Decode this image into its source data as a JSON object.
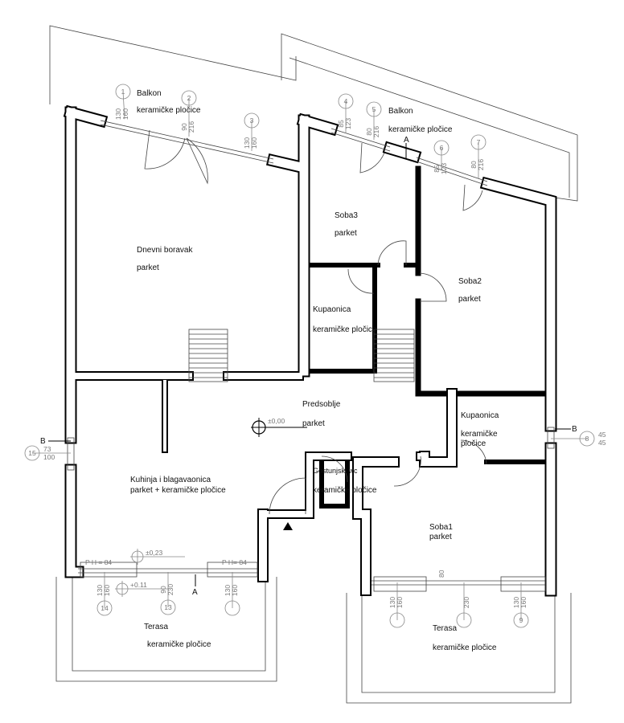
{
  "rooms": {
    "balkon_left": {
      "name": "Balkon",
      "floor": "keramičke pločice"
    },
    "balkon_right": {
      "name": "Balkon",
      "floor": "keramičke pločice"
    },
    "dnevni": {
      "name": "Dnevni boravak",
      "floor": "parket"
    },
    "soba3": {
      "name": "Soba3",
      "floor": "parket"
    },
    "soba2": {
      "name": "Soba2",
      "floor": "parket"
    },
    "kupaonica1": {
      "name": "Kupaonica",
      "floor": "keramičke pločice"
    },
    "predsoblje": {
      "name": "Predsoblje",
      "floor": "parket"
    },
    "kupaonica2": {
      "name": "Kupaonica",
      "floor1": "keramičke",
      "floor2": "pločice"
    },
    "wc": {
      "name": "Gostunjski wc",
      "floor": "keramičke pločice"
    },
    "kuhinja": {
      "name": "Kuhinja i blagavaonica",
      "floor": "parket + keramičke pločice"
    },
    "soba1": {
      "name": "Soba1",
      "floor": "parket"
    },
    "terasa_left": {
      "name": "Terasa",
      "floor": "keramičke pločice"
    },
    "terasa_right": {
      "name": "Terasa",
      "floor": "keramičke pločice"
    }
  },
  "levels": {
    "predsoblje": "±0,00",
    "kuhinja": "±0,23",
    "terasa": "+0.11"
  },
  "sill_heights": {
    "left": "P H = 84",
    "right": "P H= 84"
  },
  "sections": {
    "a_top": "A",
    "a_bottom": "A",
    "b_left": "B",
    "b_right": "B"
  },
  "window_tags": [
    {
      "id": "1",
      "w": "130",
      "h": "160"
    },
    {
      "id": "2",
      "w": "90",
      "h": "216"
    },
    {
      "id": "3",
      "w": "130",
      "h": "160"
    },
    {
      "id": "4",
      "w": "85",
      "h": "123"
    },
    {
      "id": "5",
      "w": "80",
      "h": "216"
    },
    {
      "id": "6",
      "w": "85",
      "h": "123"
    },
    {
      "id": "7",
      "w": "80",
      "h": "216"
    },
    {
      "id": "15",
      "w": "73",
      "h": "100"
    },
    {
      "id": "8",
      "w": "45",
      "h": "45"
    },
    {
      "id": "14",
      "w": "130",
      "h": "160"
    },
    {
      "id": "13",
      "w": "90",
      "h": "230"
    },
    {
      "id": "",
      "w": "130",
      "h": "160"
    },
    {
      "id": "",
      "w": "130",
      "h": "160"
    },
    {
      "id": "",
      "w": "",
      "h": "230"
    },
    {
      "id": "9",
      "w": "130",
      "h": "160"
    }
  ],
  "door_dim": "80"
}
